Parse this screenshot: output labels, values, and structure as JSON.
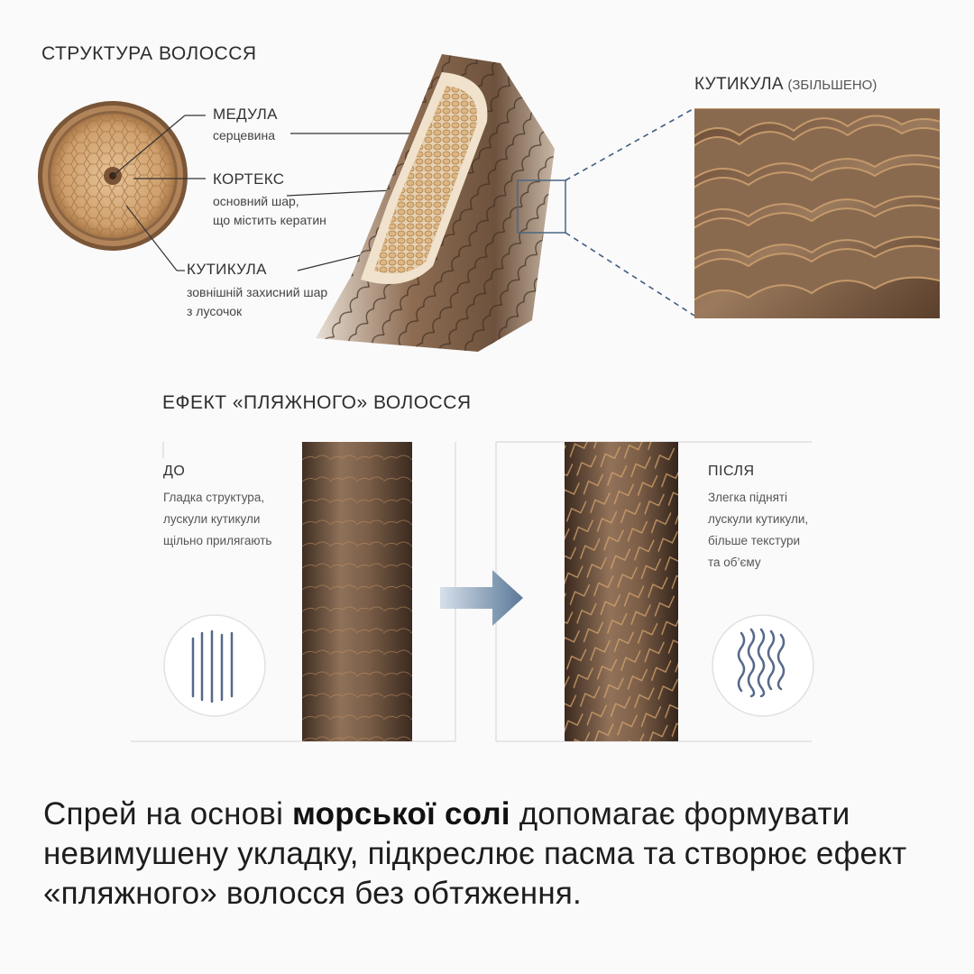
{
  "structure": {
    "title": "СТРУКТУРА ВОЛОССЯ",
    "medulla": {
      "name": "МЕДУЛА",
      "desc": "серцевина"
    },
    "cortex": {
      "name": "КОРТЕКС",
      "desc_lines": [
        "основний шар,",
        "що містить кератин"
      ]
    },
    "cuticle": {
      "name": "КУТИКУЛА",
      "desc_lines": [
        "зовнішній захисний шар",
        "з лусочок"
      ]
    },
    "zoom": {
      "title": "КУТИКУЛА",
      "note": "(ЗБІЛЬШЕНО)"
    }
  },
  "beach_effect": {
    "title": "ЕФЕКТ «ПЛЯЖНОГО» ВОЛОССЯ",
    "before": {
      "label": "ДО",
      "desc_lines": [
        "Гладка структура,",
        "лускули кутикули",
        "щільно прилягають"
      ]
    },
    "after": {
      "label": "ПІСЛЯ",
      "desc_lines": [
        "Злегка підняті",
        "лускули кутикули,",
        "більше текстури",
        "та об’єму"
      ]
    }
  },
  "bottom": {
    "before_bold": "Спрей на основі",
    "bold": "морської солі",
    "after_bold": "допомагає формувати невимушену укладку, підкреслює пасма та створює ефект «пляжного» волосся без обтяження."
  },
  "colors": {
    "hair_dark": "#5e4836",
    "hair_mid": "#8a6a4e",
    "cortex": "#d9b487",
    "accent_arrow": "#5a7898",
    "dashed": "#3f5e80"
  }
}
